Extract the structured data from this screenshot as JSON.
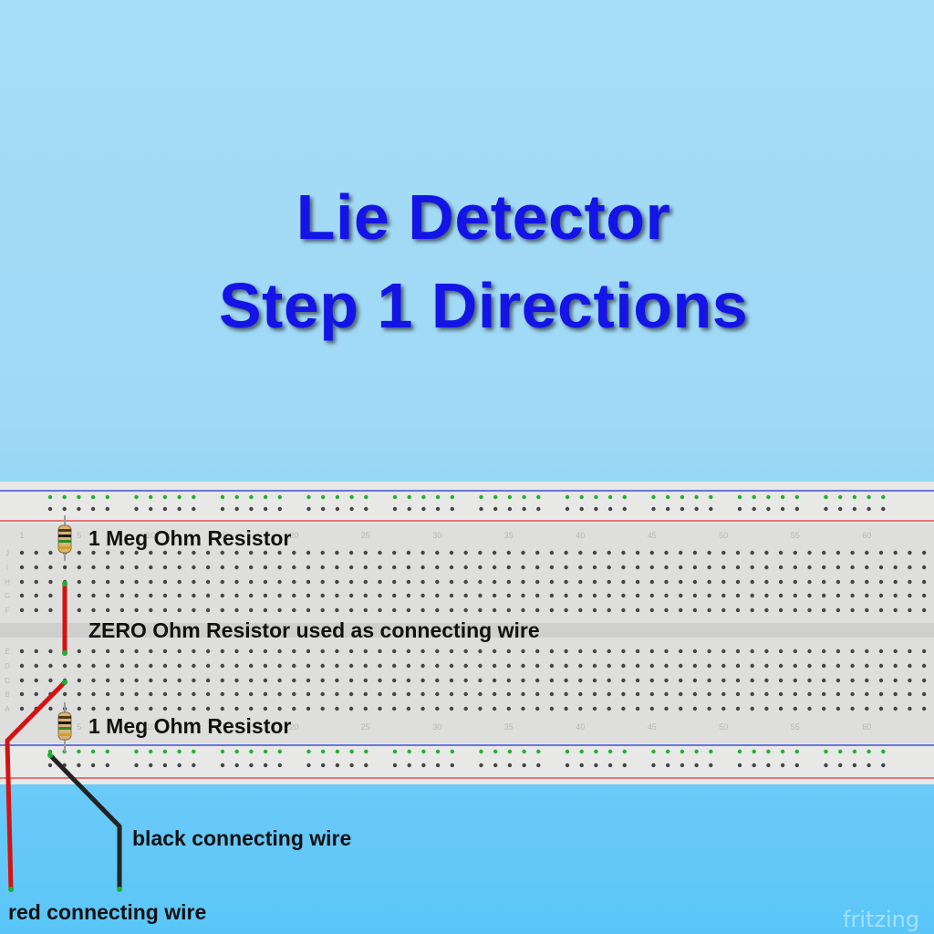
{
  "title": {
    "line1": "Lie Detector",
    "line2": "Step 1 Directions"
  },
  "labels": {
    "resistor_top": "1 Meg Ohm Resistor",
    "zero_ohm": "ZERO Ohm Resistor used as connecting wire",
    "resistor_bottom": "1 Meg Ohm Resistor",
    "black_wire": "black connecting wire",
    "red_wire": "red connecting wire"
  },
  "breadboard": {
    "column_numbers": [
      "1",
      "5",
      "10",
      "15",
      "20",
      "25",
      "30",
      "35",
      "40",
      "45",
      "50",
      "55",
      "60"
    ],
    "row_letters_top": [
      "J",
      "I",
      "H",
      "G",
      "F"
    ],
    "row_letters_bottom": [
      "E",
      "D",
      "C",
      "B",
      "A"
    ]
  },
  "colors": {
    "title": "#1414e6",
    "red_wire": "#d41212",
    "black_wire": "#222222",
    "board": "#dededd",
    "rail_blue": "#3b4fd8",
    "rail_red": "#e05050",
    "highlight_hole": "#1fae2f"
  },
  "watermark": "fritzing"
}
